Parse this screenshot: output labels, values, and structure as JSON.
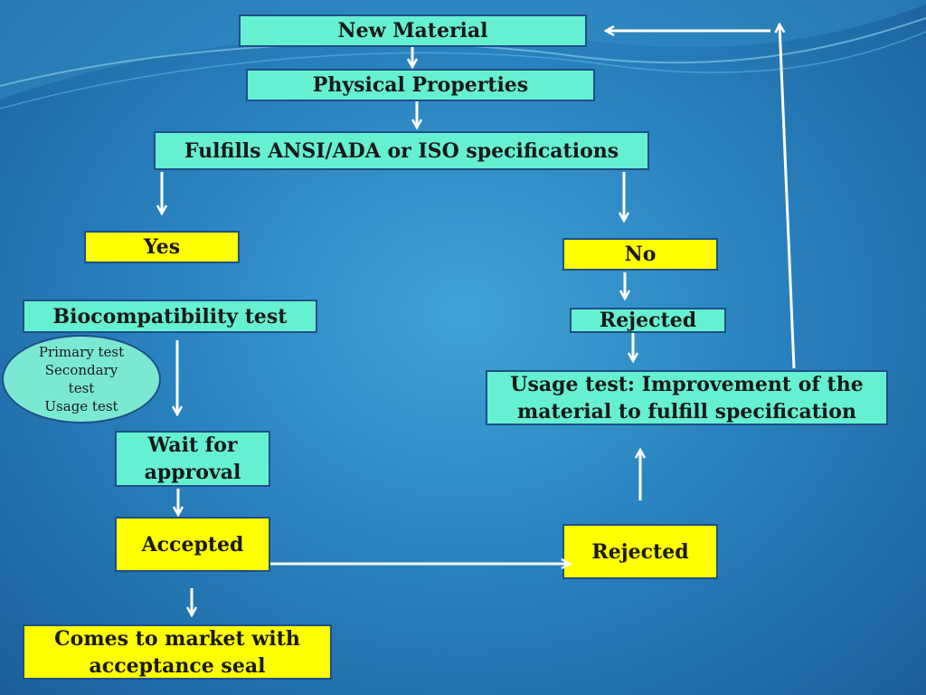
{
  "diagram": {
    "new_material": "New Material",
    "physical_properties": "Physical Properties",
    "fulfills_spec": "Fulfills ANSI/ADA or ISO specifications",
    "yes": "Yes",
    "no": "No",
    "biocompatibility_test": "Biocompatibility test",
    "tests": [
      "Primary test",
      "Secondary",
      "test",
      "Usage test"
    ],
    "rejected_top": "Rejected",
    "usage_test": [
      "Usage test: Improvement of the",
      "material to fulfill specification"
    ],
    "wait_for_approval": [
      "Wait for",
      "approval"
    ],
    "accepted": "Accepted",
    "rejected_bottom": "Rejected",
    "market": [
      "Comes to market with",
      "acceptance seal"
    ]
  },
  "colors": {
    "teal_box": "#66f0d2",
    "yellow_box": "#ffff00",
    "arrow": "#ffffff",
    "border": "#1f4f86"
  }
}
